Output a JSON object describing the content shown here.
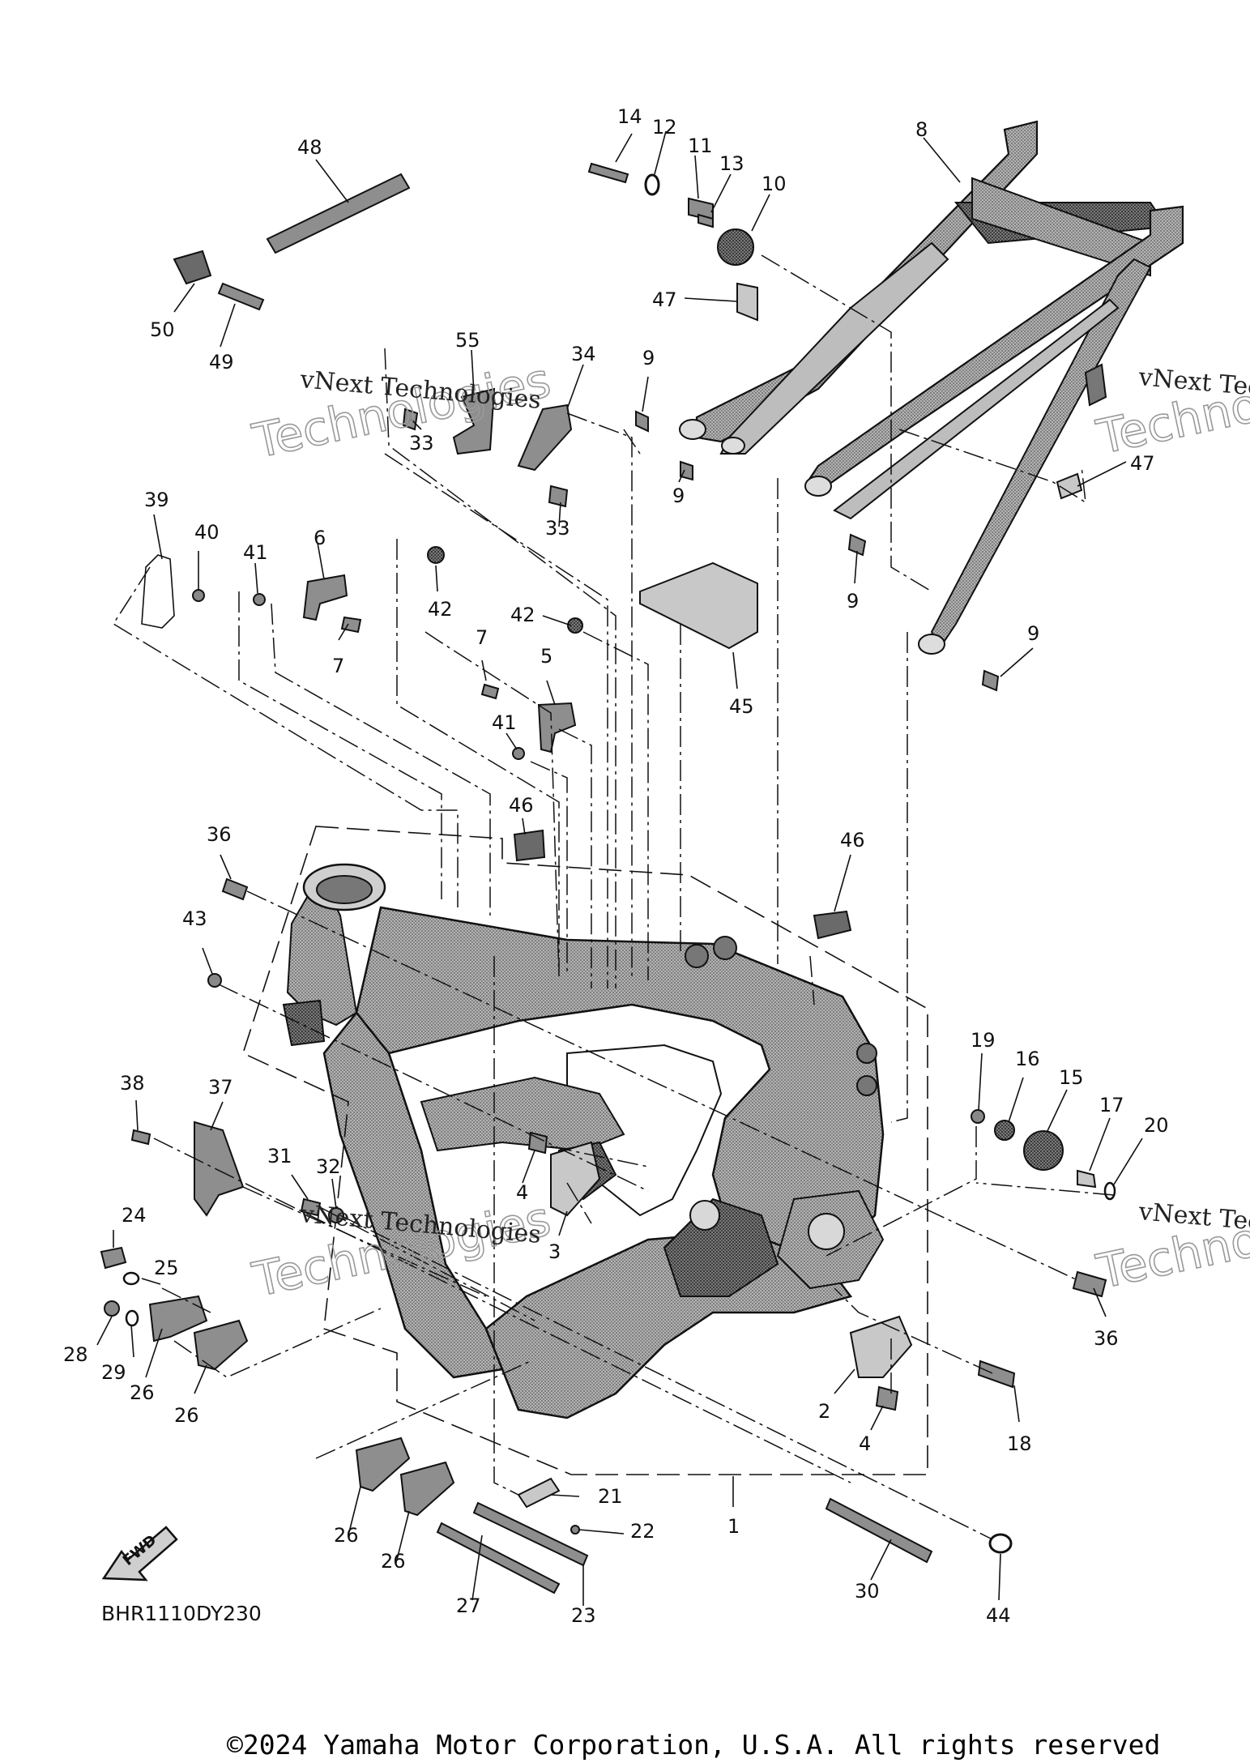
{
  "diagram": {
    "code": "BHR1110DY230",
    "fwd_label": "FWD",
    "copyright": "©2024 Yamaha Motor Corporation, U.S.A. All rights reserved",
    "watermark": {
      "line1": "vNext Technologies",
      "line2": "Technologies"
    },
    "callouts": [
      {
        "id": "c14",
        "text": "14"
      },
      {
        "id": "c12",
        "text": "12"
      },
      {
        "id": "c11",
        "text": "11"
      },
      {
        "id": "c13",
        "text": "13"
      },
      {
        "id": "c10",
        "text": "10"
      },
      {
        "id": "c8",
        "text": "8"
      },
      {
        "id": "c48",
        "text": "48"
      },
      {
        "id": "c50",
        "text": "50"
      },
      {
        "id": "c49",
        "text": "49"
      },
      {
        "id": "c47a",
        "text": "47"
      },
      {
        "id": "c55",
        "text": "55"
      },
      {
        "id": "c34",
        "text": "34"
      },
      {
        "id": "c9a",
        "text": "9"
      },
      {
        "id": "c33a",
        "text": "33"
      },
      {
        "id": "c9b",
        "text": "9"
      },
      {
        "id": "c33b",
        "text": "33"
      },
      {
        "id": "c47b",
        "text": "47"
      },
      {
        "id": "c9c",
        "text": "9"
      },
      {
        "id": "c39",
        "text": "39"
      },
      {
        "id": "c40",
        "text": "40"
      },
      {
        "id": "c41a",
        "text": "41"
      },
      {
        "id": "c6",
        "text": "6"
      },
      {
        "id": "c42a",
        "text": "42"
      },
      {
        "id": "c7a",
        "text": "7"
      },
      {
        "id": "c42b",
        "text": "42"
      },
      {
        "id": "c9d",
        "text": "9"
      },
      {
        "id": "c7b",
        "text": "7"
      },
      {
        "id": "c5",
        "text": "5"
      },
      {
        "id": "c45",
        "text": "45"
      },
      {
        "id": "c41b",
        "text": "41"
      },
      {
        "id": "c46a",
        "text": "46"
      },
      {
        "id": "c46b",
        "text": "46"
      },
      {
        "id": "c36a",
        "text": "36"
      },
      {
        "id": "c43",
        "text": "43"
      },
      {
        "id": "c19",
        "text": "19"
      },
      {
        "id": "c16",
        "text": "16"
      },
      {
        "id": "c15",
        "text": "15"
      },
      {
        "id": "c17",
        "text": "17"
      },
      {
        "id": "c20",
        "text": "20"
      },
      {
        "id": "c38",
        "text": "38"
      },
      {
        "id": "c37",
        "text": "37"
      },
      {
        "id": "c31",
        "text": "31"
      },
      {
        "id": "c32",
        "text": "32"
      },
      {
        "id": "c4a",
        "text": "4"
      },
      {
        "id": "c3",
        "text": "3"
      },
      {
        "id": "c24",
        "text": "24"
      },
      {
        "id": "c25",
        "text": "25"
      },
      {
        "id": "c28",
        "text": "28"
      },
      {
        "id": "c29",
        "text": "29"
      },
      {
        "id": "c26a",
        "text": "26"
      },
      {
        "id": "c26b",
        "text": "26"
      },
      {
        "id": "c36b",
        "text": "36"
      },
      {
        "id": "c2",
        "text": "2"
      },
      {
        "id": "c4b",
        "text": "4"
      },
      {
        "id": "c18",
        "text": "18"
      },
      {
        "id": "c21",
        "text": "21"
      },
      {
        "id": "c1",
        "text": "1"
      },
      {
        "id": "c22",
        "text": "22"
      },
      {
        "id": "c26c",
        "text": "26"
      },
      {
        "id": "c26d",
        "text": "26"
      },
      {
        "id": "c27",
        "text": "27"
      },
      {
        "id": "c23",
        "text": "23"
      },
      {
        "id": "c30",
        "text": "30"
      },
      {
        "id": "c44",
        "text": "44"
      }
    ]
  }
}
